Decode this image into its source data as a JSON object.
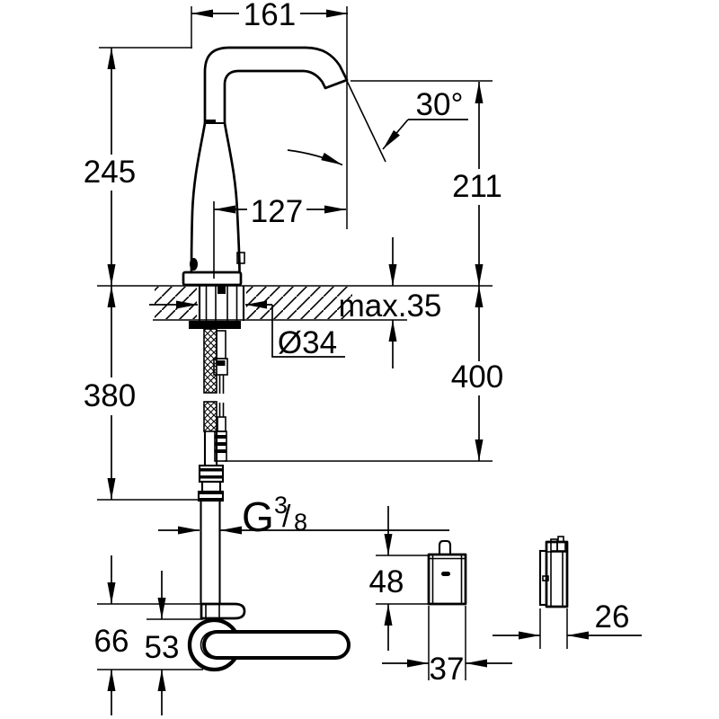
{
  "drawing": {
    "description": "Technical dimension drawing of a deck-mounted electronic basin faucet: front view with counter cross-section and supply hose, top view with lever, and control unit front and side views",
    "colors": {
      "line": "#000000",
      "background": "#ffffff"
    }
  },
  "dims": {
    "spout_width": "161",
    "height_above_deck": "245",
    "spout_offset": "127",
    "stream_angle": "30°",
    "outlet_height": "211",
    "deck_max_thickness": "max.35",
    "hole_diameter": "Ø34",
    "below_deck_height": "380",
    "hose_end_height": "400",
    "top_view_depth": "66",
    "body_diameter": "53",
    "control_box_height": "48",
    "control_box_width": "37",
    "control_box_depth": "26",
    "thread": {
      "letter": "G",
      "numerator": "3",
      "slash": "/",
      "denominator": "8"
    }
  }
}
